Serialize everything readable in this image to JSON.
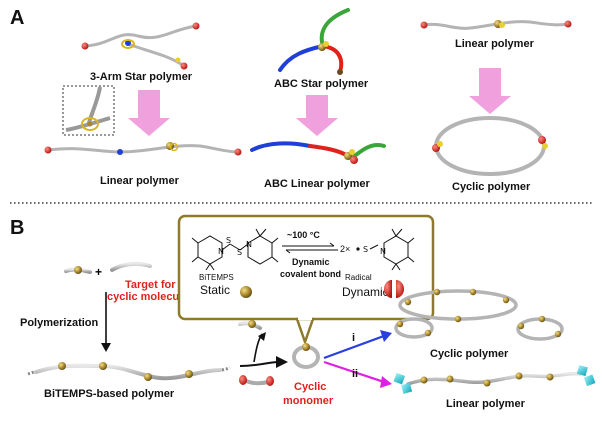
{
  "panels": {
    "a_label": "A",
    "b_label": "B"
  },
  "panel_a": {
    "star3_label": "3-Arm Star polymer",
    "abc_star_label": "ABC Star polymer",
    "linear_top_label": "Linear polymer",
    "linear_bottom_label": "Linear polymer",
    "abc_linear_label": "ABC Linear polymer",
    "cyclic_label": "Cyclic polymer"
  },
  "panel_b": {
    "plus": "+",
    "target_line1": "Target for",
    "target_line2": "cyclic molecule",
    "polymerization": "Polymerization",
    "bitemps_polymer": "BiTEMPS-based polymer",
    "cyclic_monomer_line1": "Cyclic",
    "cyclic_monomer_line2": "monomer",
    "route_i": "i",
    "route_ii": "ii",
    "cyclic_polymer": "Cyclic polymer",
    "linear_polymer": "Linear polymer"
  },
  "inset": {
    "temperature": "~100 °C",
    "bond_line1": "Dynamic",
    "bond_line2": "covalent bond",
    "bitemps": "BiTEMPS",
    "static": "Static",
    "radical": "Radical",
    "dynamic": "Dynamic",
    "factor": "2×",
    "s_atom": "S",
    "n_atom": "N"
  },
  "colors": {
    "pink_arrow": "#f0a0dc",
    "strand_gray": "#b4b4b4",
    "bead_gold": "#a8862c",
    "red_end": "#e0221b",
    "blue_strand": "#1f3fd6",
    "green_strand": "#3aa63a",
    "inset_border": "#8f7a2a",
    "route_i_blue": "#2a3fe0",
    "route_ii_magenta": "#e020e0",
    "cyan_cube": "#18c8d8"
  }
}
